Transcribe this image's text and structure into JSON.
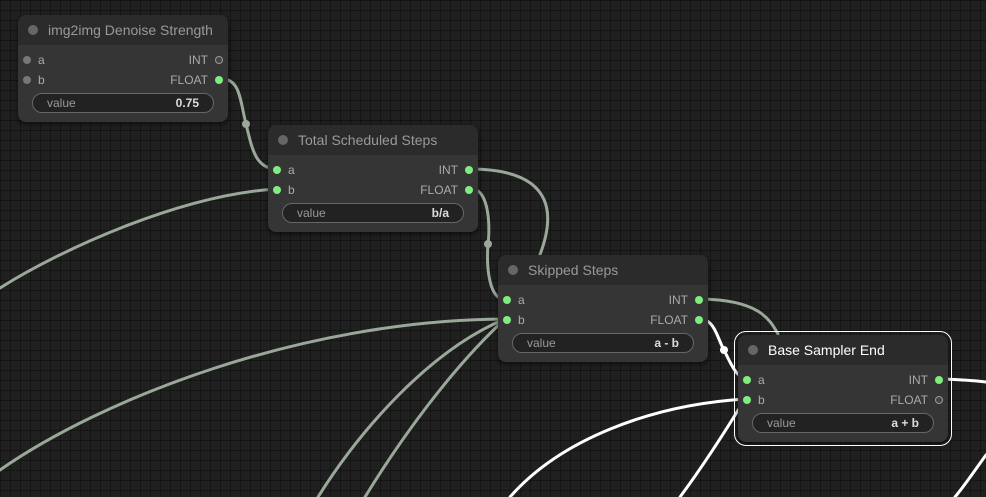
{
  "nodes": [
    {
      "title": "img2img Denoise Strength",
      "inputs": [
        "a",
        "b"
      ],
      "outputs": [
        "INT",
        "FLOAT"
      ],
      "widget": {
        "label": "value",
        "value": "0.75"
      }
    },
    {
      "title": "Total Scheduled Steps",
      "inputs": [
        "a",
        "b"
      ],
      "outputs": [
        "INT",
        "FLOAT"
      ],
      "widget": {
        "label": "value",
        "value": "b/a"
      }
    },
    {
      "title": "Skipped Steps",
      "inputs": [
        "a",
        "b"
      ],
      "outputs": [
        "INT",
        "FLOAT"
      ],
      "widget": {
        "label": "value",
        "value": "a - b"
      }
    },
    {
      "title": "Base Sampler End",
      "inputs": [
        "a",
        "b"
      ],
      "outputs": [
        "INT",
        "FLOAT"
      ],
      "widget": {
        "label": "value",
        "value": "a + b"
      }
    }
  ],
  "colors": {
    "background": "#202020",
    "node": "#353535",
    "link": "#9aa89a",
    "link_selected": "#ffffff",
    "slot_connected": "#7fec7f"
  }
}
